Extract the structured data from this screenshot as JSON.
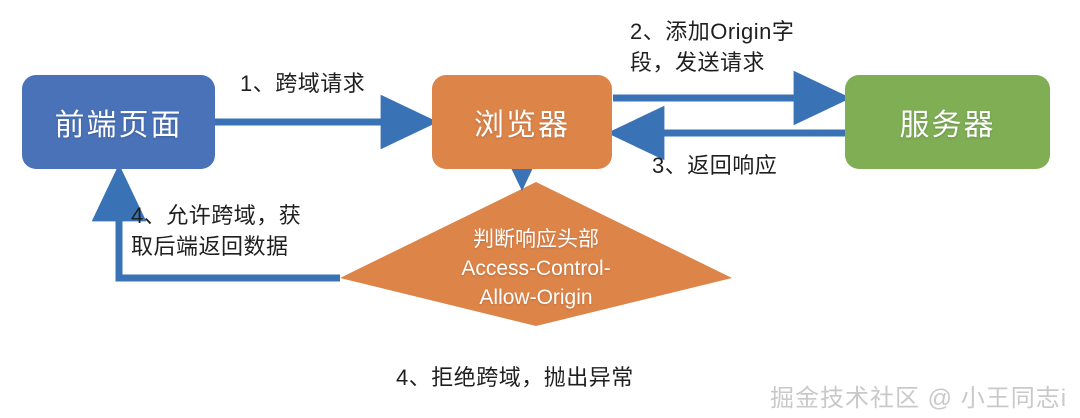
{
  "diagram": {
    "title": "CORS cross-origin request flow",
    "colors": {
      "blue": "#4A72B8",
      "orange": "#DD8449",
      "green": "#7FAE55",
      "arrow": "#3A72B6",
      "text": "#1f1f1f",
      "watermark": "#c9c9c9",
      "background": "#ffffff"
    },
    "nodes": {
      "frontend": {
        "label": "前端页面",
        "shape": "rounded-rect",
        "color": "#4A72B8"
      },
      "browser": {
        "label": "浏览器",
        "shape": "rounded-rect",
        "color": "#DD8449"
      },
      "server": {
        "label": "服务器",
        "shape": "rounded-rect",
        "color": "#7FAE55"
      },
      "decision": {
        "shape": "diamond",
        "color": "#DD8449",
        "line1": "判断响应头部",
        "line2": "Access-Control-",
        "line3": "Allow-Origin"
      }
    },
    "edges": {
      "step1": {
        "label": "1、跨域请求",
        "from": "frontend",
        "to": "browser"
      },
      "step2": {
        "label": "2、添加Origin字\n段，发送请求",
        "from": "browser",
        "to": "server"
      },
      "step3": {
        "label": "3、返回响应",
        "from": "server",
        "to": "browser"
      },
      "step4_allow": {
        "label": "4、允许跨域，获\n取后端返回数据",
        "from": "decision",
        "to": "frontend"
      },
      "step4_deny": {
        "label": "4、拒绝跨域，抛出异常",
        "from": "decision",
        "to": "none"
      },
      "browser_to_decision": {
        "label": "",
        "from": "browser",
        "to": "decision"
      }
    },
    "watermark": "掘金技术社区 @ 小王同志i"
  }
}
